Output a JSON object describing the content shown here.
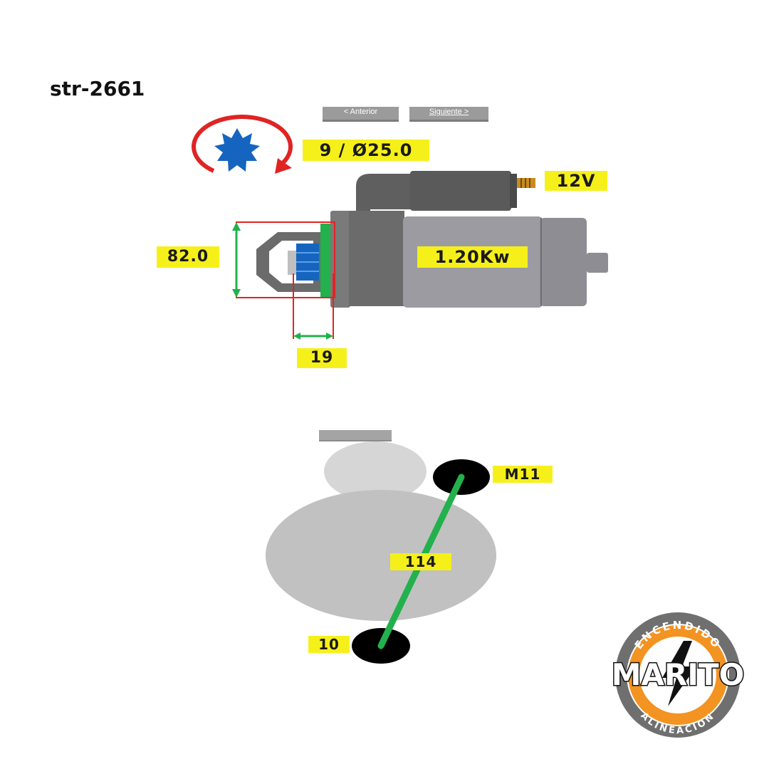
{
  "page": {
    "title": "str-2661"
  },
  "nav": {
    "prev_label": "< Anterior",
    "next_label": "Siguiente >"
  },
  "specs": {
    "teeth_diameter": "9 / Ø25.0",
    "voltage": "12V",
    "power": "1.20Kw",
    "flange_diameter": "82.0",
    "flange_distance": "19"
  },
  "mounting": {
    "top_bolt": "M11",
    "hole_distance": "114",
    "bottom_bolt": "10"
  },
  "logo": {
    "name": "MARITO",
    "top_text": "ENCENDIDO",
    "bottom_text": "ALINEACION"
  },
  "colors": {
    "label_yellow": "#f6f01a",
    "motor_gray": "#9b9ba1",
    "solenoid_gray": "#5f5f5f",
    "dim_green": "#22b14c",
    "dim_red": "#e02424",
    "gear_blue": "#1565c0",
    "logo_orange": "#f39321"
  }
}
